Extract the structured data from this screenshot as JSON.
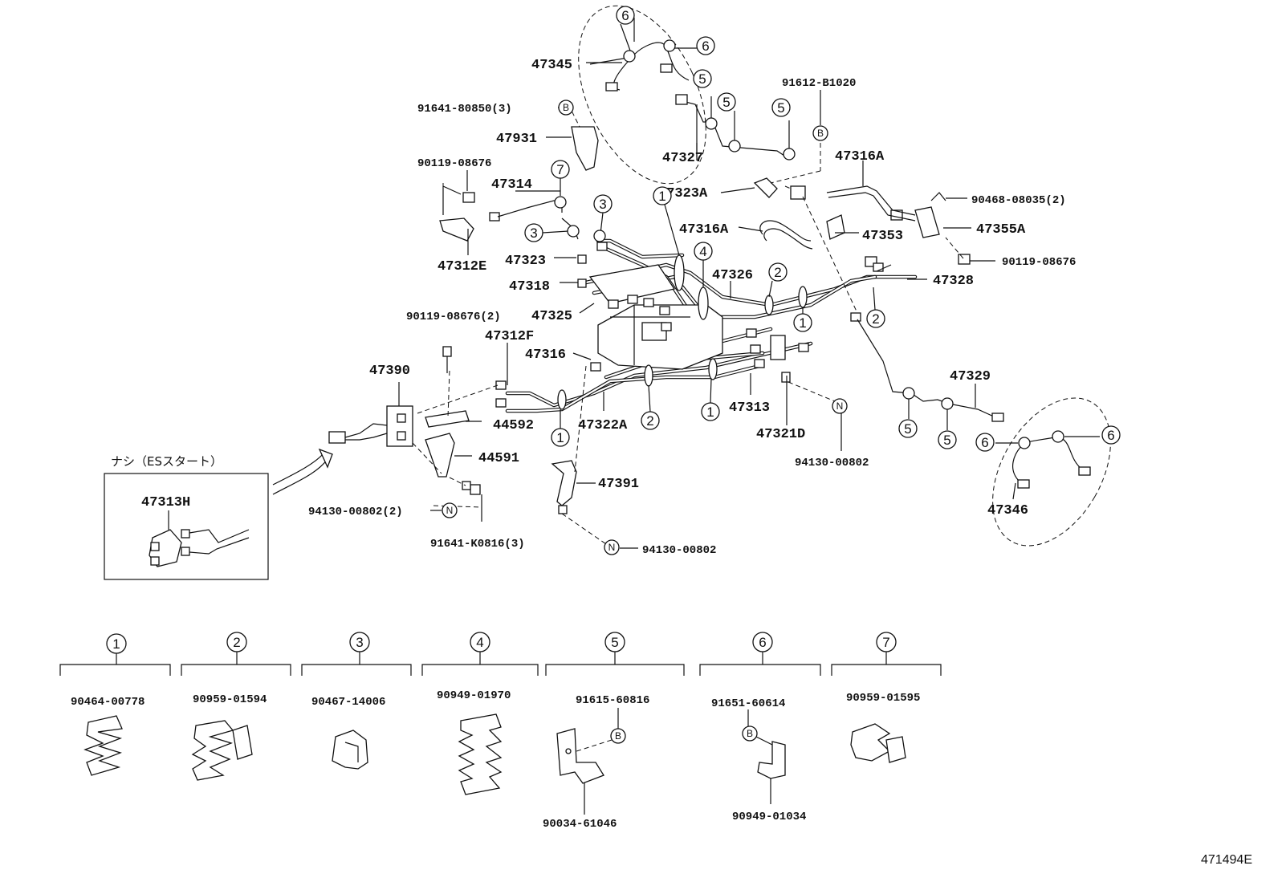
{
  "drawing_id": "471494E",
  "inset_note": "ナシ（ESスタート）",
  "inset_part": "47313H",
  "legend": [
    {
      "num": "1",
      "part": "90464-00778"
    },
    {
      "num": "2",
      "part": "90959-01594"
    },
    {
      "num": "3",
      "part": "90467-14006"
    },
    {
      "num": "4",
      "part": "90949-01970"
    },
    {
      "num": "5",
      "part": "91615-60816",
      "letter": "B",
      "sub_part": "90034-61046"
    },
    {
      "num": "6",
      "part": "91651-60614",
      "letter": "B",
      "sub_part": "90949-01034"
    },
    {
      "num": "7",
      "part": "90959-01595"
    }
  ],
  "callouts": [
    {
      "id": "47345",
      "text": "47345"
    },
    {
      "id": "91641-80850",
      "text": "91641-80850(3)",
      "letter": "B"
    },
    {
      "id": "47931",
      "text": "47931"
    },
    {
      "id": "90119-08676-a",
      "text": "90119-08676"
    },
    {
      "id": "47314",
      "text": "47314"
    },
    {
      "id": "47312E",
      "text": "47312E"
    },
    {
      "id": "47323",
      "text": "47323"
    },
    {
      "id": "47318",
      "text": "47318"
    },
    {
      "id": "47325",
      "text": "47325"
    },
    {
      "id": "90119-08676-2",
      "text": "90119-08676(2)"
    },
    {
      "id": "47312F",
      "text": "47312F"
    },
    {
      "id": "47316",
      "text": "47316"
    },
    {
      "id": "47390",
      "text": "47390"
    },
    {
      "id": "44592",
      "text": "44592"
    },
    {
      "id": "44591",
      "text": "44591"
    },
    {
      "id": "47322A",
      "text": "47322A"
    },
    {
      "id": "47391",
      "text": "47391"
    },
    {
      "id": "94130-00802-2",
      "text": "94130-00802(2)",
      "letter": "N"
    },
    {
      "id": "91641-K0816",
      "text": "91641-K0816(3)"
    },
    {
      "id": "94130-00802-b",
      "text": "94130-00802",
      "letter": "N"
    },
    {
      "id": "47327",
      "text": "47327"
    },
    {
      "id": "91612-B1020",
      "text": "91612-B1020",
      "letter": "B"
    },
    {
      "id": "47323A",
      "text": "47323A"
    },
    {
      "id": "47316A-top",
      "text": "47316A"
    },
    {
      "id": "47316A-mid",
      "text": "47316A"
    },
    {
      "id": "47353",
      "text": "47353"
    },
    {
      "id": "90468-08035",
      "text": "90468-08035(2)"
    },
    {
      "id": "47355A",
      "text": "47355A"
    },
    {
      "id": "90119-08676-b",
      "text": "90119-08676"
    },
    {
      "id": "47326",
      "text": "47326"
    },
    {
      "id": "47328",
      "text": "47328"
    },
    {
      "id": "47313",
      "text": "47313"
    },
    {
      "id": "47321D",
      "text": "47321D"
    },
    {
      "id": "94130-00802-c",
      "text": "94130-00802",
      "letter": "N"
    },
    {
      "id": "47329",
      "text": "47329"
    },
    {
      "id": "47346",
      "text": "47346"
    }
  ]
}
